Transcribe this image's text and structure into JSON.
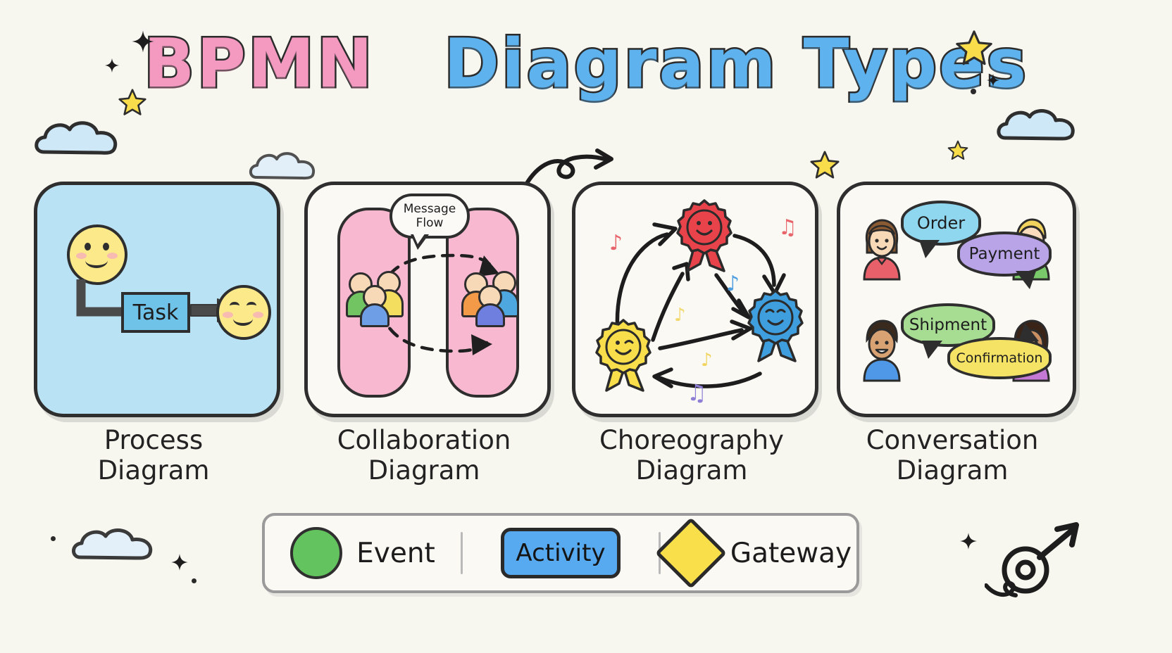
{
  "page": {
    "background_color": "#f7f6ef",
    "title_part_1": "BPMN",
    "title_part_2": "Diagram Types",
    "title_color_1": "#f49ac1",
    "title_color_2": "#5eb3ee"
  },
  "cards": [
    {
      "id": "process",
      "label": "Process\nDiagram",
      "background_color": "#b9e3f5",
      "task_label": "Task",
      "task_color": "#6fc2e8",
      "start_event_icon": "smiley-face-icon",
      "end_event_icon": "smiley-face-icon"
    },
    {
      "id": "collaboration",
      "label": "Collaboration\nDiagram",
      "background_color": "#faf9f3",
      "pool_color": "#f8b8cf",
      "message_bubble_line_1": "Message",
      "message_bubble_line_2": "Flow",
      "pool_left_icon": "people-group-icon",
      "pool_right_icon": "people-group-icon"
    },
    {
      "id": "choreography",
      "label": "Choreography\nDiagram",
      "background_color": "#faf9f3",
      "badges": [
        {
          "name": "red-rosette-badge",
          "color": "#e8434a"
        },
        {
          "name": "blue-rosette-badge",
          "color": "#3f9ede"
        },
        {
          "name": "yellow-rosette-badge",
          "color": "#f7de4a"
        }
      ],
      "notes": [
        {
          "name": "music-note-icon",
          "glyph": "♪",
          "color": "#e8656c"
        },
        {
          "name": "music-note-icon",
          "glyph": "♫",
          "color": "#e8656c"
        },
        {
          "name": "music-note-icon",
          "glyph": "♪",
          "color": "#4f9ee0"
        },
        {
          "name": "music-note-icon",
          "glyph": "♪",
          "color": "#f2d86a"
        },
        {
          "name": "music-note-icon",
          "glyph": "♪",
          "color": "#f0d45e"
        },
        {
          "name": "music-note-icon",
          "glyph": "♫",
          "color": "#8e7ed6"
        }
      ]
    },
    {
      "id": "conversation",
      "label": "Conversation\nDiagram",
      "background_color": "#faf9f3",
      "bubbles": [
        {
          "text": "Order",
          "color": "#8fd6ef"
        },
        {
          "text": "Payment",
          "color": "#b9a4e8"
        },
        {
          "text": "Shipment",
          "color": "#a7dd93"
        },
        {
          "text": "Confirmation",
          "color": "#f5e365"
        }
      ],
      "avatars": [
        {
          "name": "avatar-woman-red",
          "hair": "#8a5a33",
          "shirt": "#e8616a",
          "skin": "#f7d9b8"
        },
        {
          "name": "avatar-boy-green",
          "hair": "#f1d25c",
          "shirt": "#79c96a",
          "skin": "#f8dcbc"
        },
        {
          "name": "avatar-man-blue",
          "hair": "#3a2a1d",
          "shirt": "#4f98e8",
          "skin": "#d8a273"
        },
        {
          "name": "avatar-woman-purple",
          "hair": "#3a2418",
          "shirt": "#c479d4",
          "skin": "#c98f63"
        }
      ]
    }
  ],
  "legend": {
    "items": [
      {
        "label": "Event",
        "shape": "circle",
        "color": "#63c45f",
        "icon": "event-circle-icon"
      },
      {
        "label": "Activity",
        "shape": "rounded-rectangle",
        "color": "#58aaf0",
        "icon": "activity-box-icon"
      },
      {
        "label": "Gateway",
        "shape": "diamond",
        "color": "#f9e04a",
        "icon": "gateway-diamond-icon"
      }
    ]
  },
  "decorations": {
    "clouds": 4,
    "stars": 5,
    "sparkles": 6,
    "cloud_color": "#cfe8f7",
    "star_color": "#f9dd4a",
    "curly_arrow": "curly-arrow-icon",
    "doodle_arrow": "doodle-arrow-icon"
  }
}
